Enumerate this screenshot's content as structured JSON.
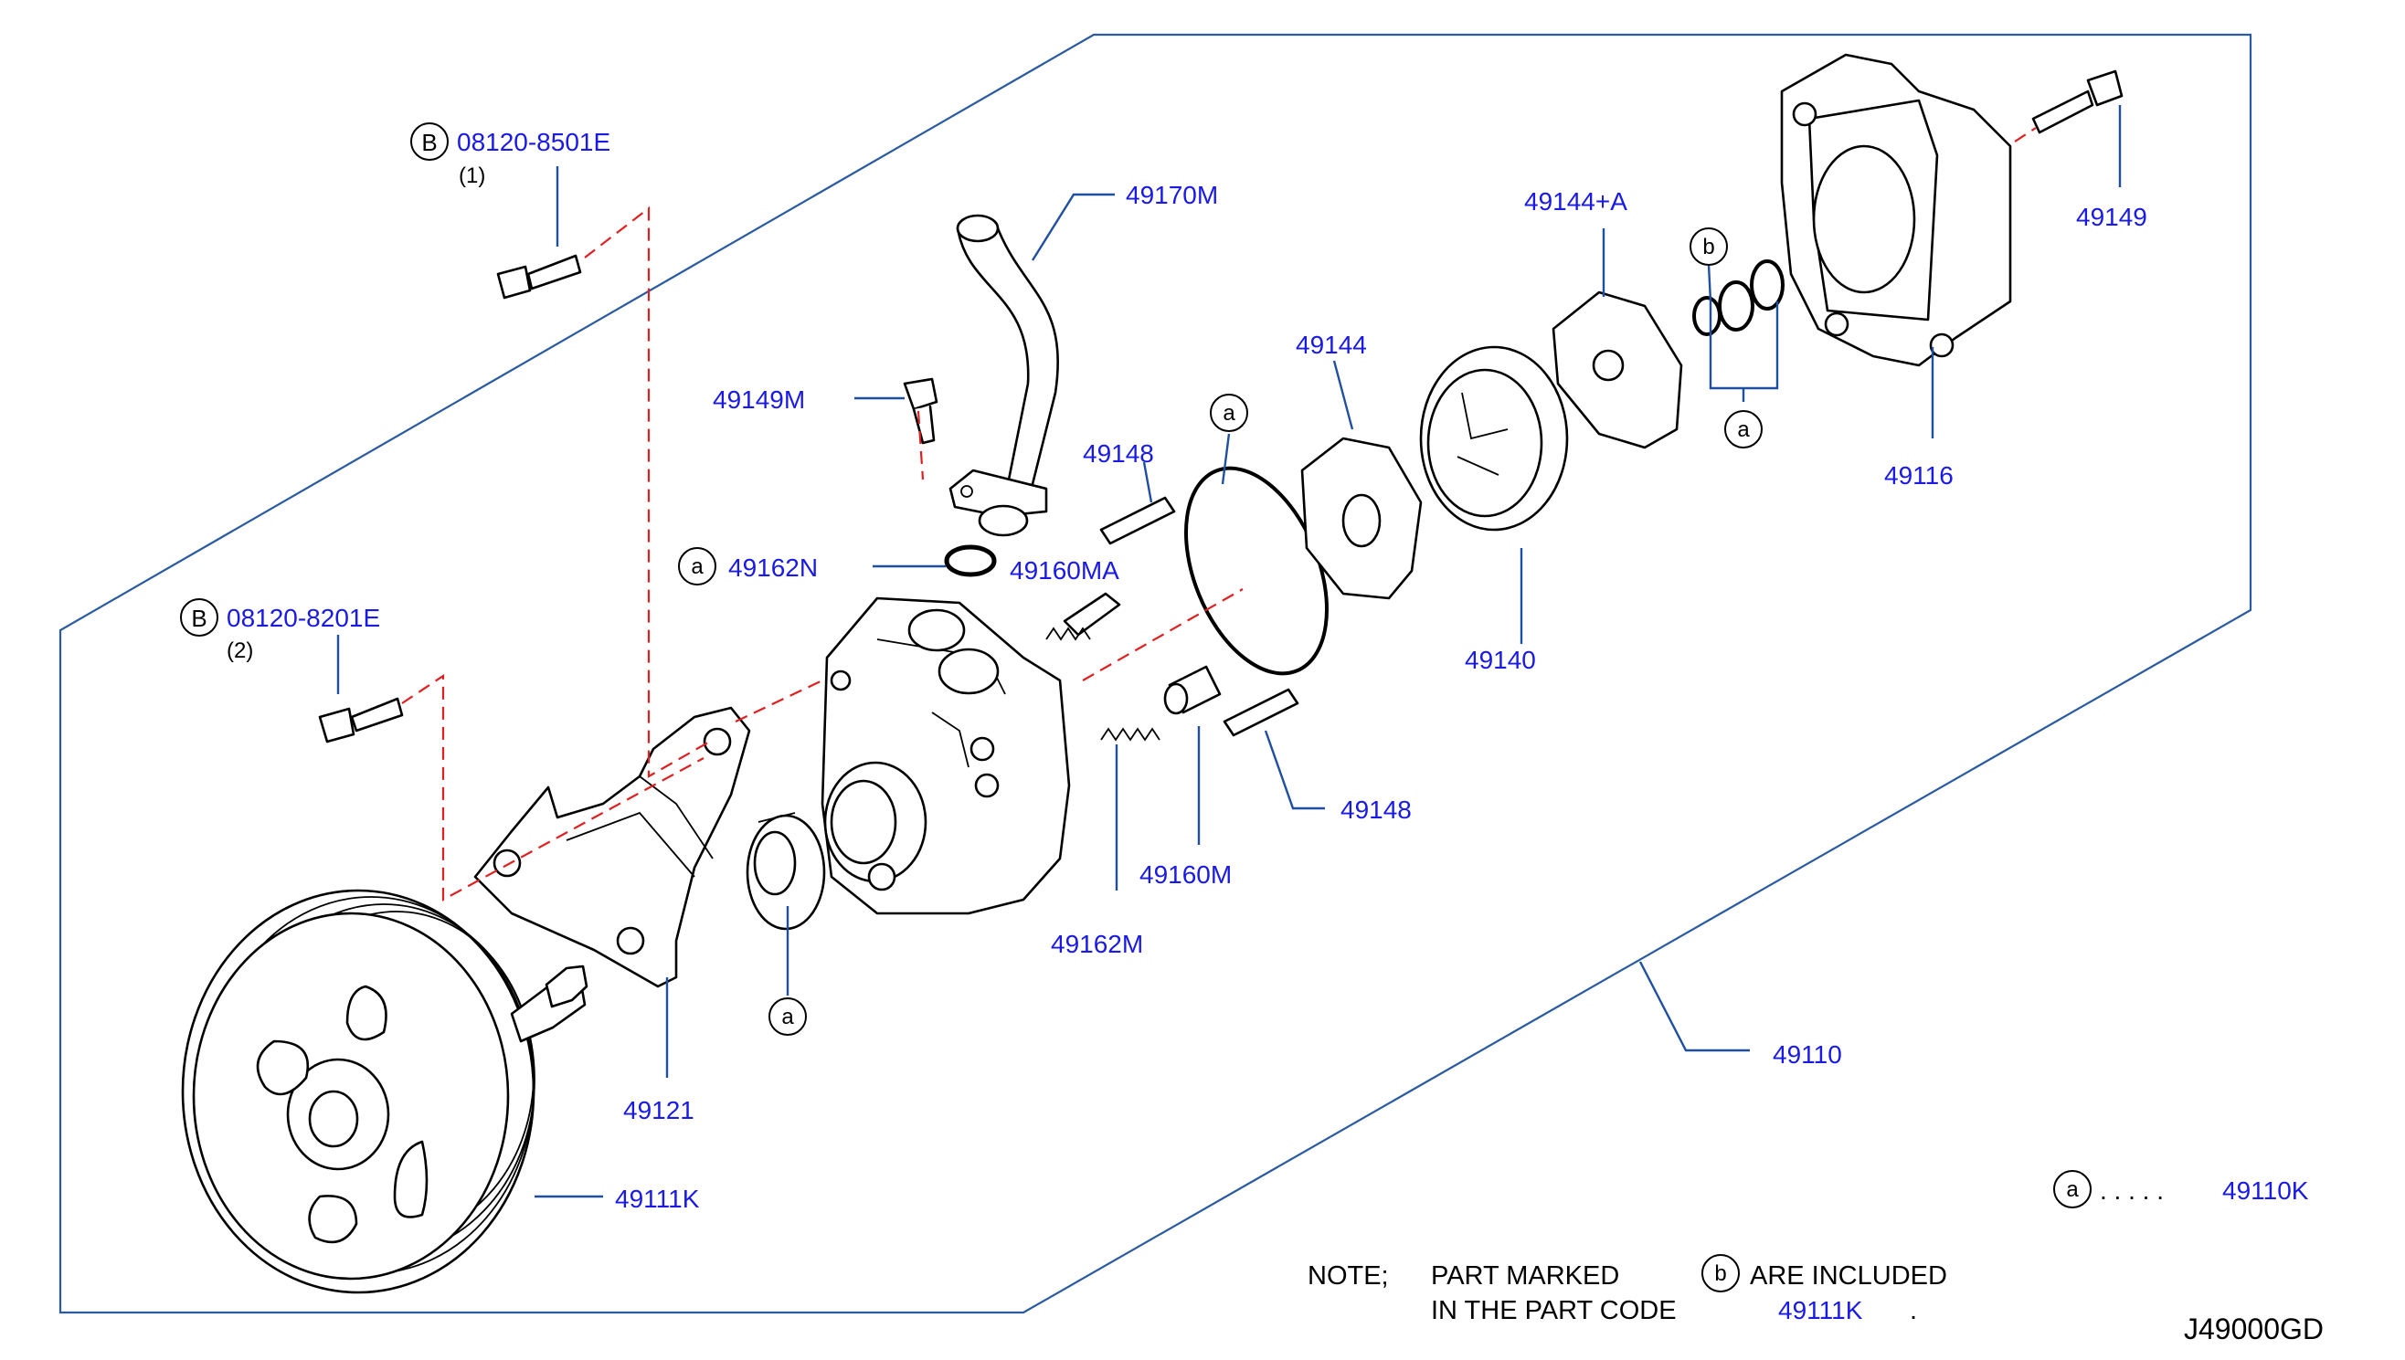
{
  "callouts": {
    "p49170M": "49170M",
    "p49144A": "49144+A",
    "p49149": "49149",
    "p49144": "49144",
    "p49149M": "49149M",
    "p49148_top": "49148",
    "p49116": "49116",
    "p49162N": "49162N",
    "p49160MA": "49160MA",
    "p49140": "49140",
    "p49148_bot": "49148",
    "p49160M": "49160M",
    "p49162M": "49162M",
    "p49121": "49121",
    "p49110": "49110",
    "p49111K": "49111K",
    "p08120_8501E": "08120-8501E",
    "p08120_8201E": "08120-8201E",
    "qty1": "(1)",
    "qty2": "(2)"
  },
  "markers": {
    "a": "a",
    "b": "b",
    "B": "B"
  },
  "legend": {
    "a_dots": ". . . . .",
    "a_code": "49110K"
  },
  "note": {
    "line1_prefix": "NOTE;",
    "line1_part": "PART  MARKED",
    "line1_suffix": "ARE  INCLUDED",
    "line2": "IN  THE  PART  CODE",
    "line2_code": "49111K",
    "line2_end": "."
  },
  "drawing_id": "J49000GD",
  "colors": {
    "part_number": "#1a1ae6",
    "leader": "#1f4fa0",
    "dashed_guide": "#e02020"
  }
}
